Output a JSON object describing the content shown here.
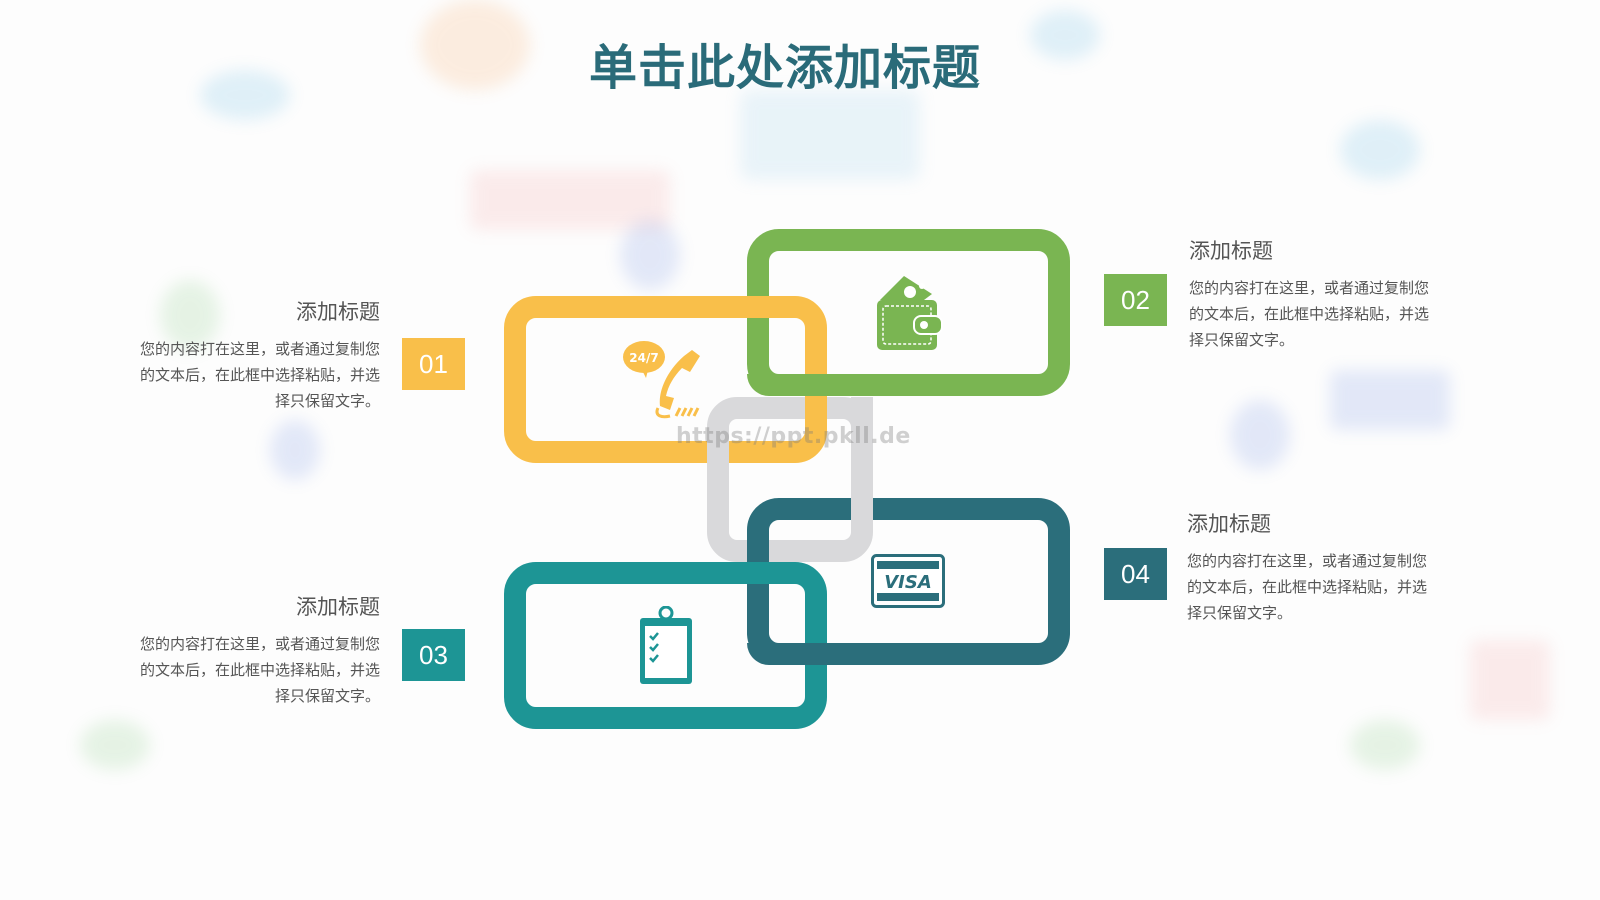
{
  "slide": {
    "title": "单击此处添加标题",
    "watermark": "https://ppt.pkll.de"
  },
  "colors": {
    "title": "#2a6b79",
    "yellow": "#f9bf4a",
    "green": "#7ab552",
    "gray": "#d9d9db",
    "dark_teal": "#2b6e7b",
    "teal": "#1d9595",
    "body_text": "#555555"
  },
  "items": [
    {
      "number": "01",
      "heading": "添加标题",
      "body": "您的内容打在这里，或者通过复制您的文本后，在此框中选择粘贴，并选择只保留文字。",
      "icon": "phone-24-7-icon",
      "icon_label": "24/7",
      "color": "#f9bf4a"
    },
    {
      "number": "02",
      "heading": "添加标题",
      "body": "您的内容打在这里，或者通过复制您的文本后，在此框中选择粘贴，并选择只保留文字。",
      "icon": "wallet-icon",
      "color": "#7ab552"
    },
    {
      "number": "03",
      "heading": "添加标题",
      "body": "您的内容打在这里，或者通过复制您的文本后，在此框中选择粘贴，并选择只保留文字。",
      "icon": "clipboard-checklist-icon",
      "color": "#1d9595"
    },
    {
      "number": "04",
      "heading": "添加标题",
      "body": "您的内容打在这里，或者通过复制您的文本后，在此框中选择粘贴，并选择只保留文字。",
      "icon": "visa-card-icon",
      "icon_label": "VISA",
      "color": "#2b6e7b"
    }
  ]
}
